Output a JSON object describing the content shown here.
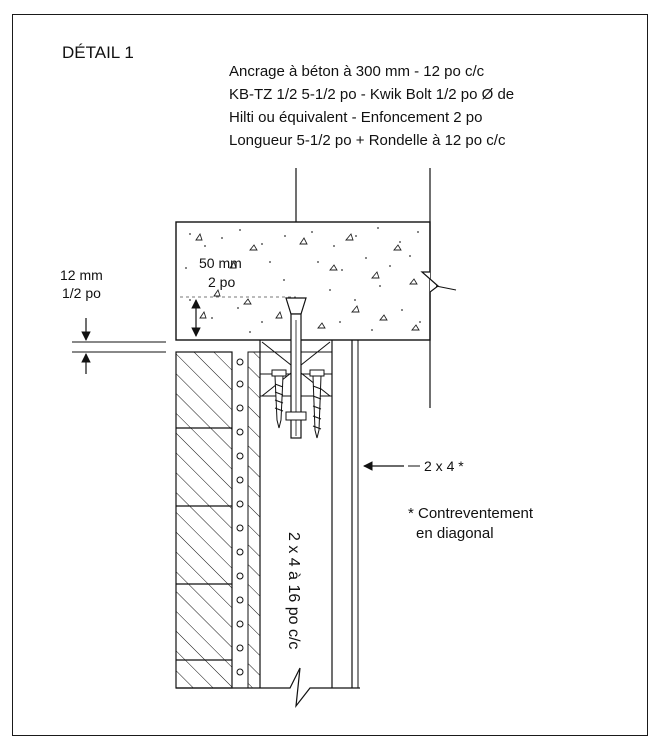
{
  "title": "DÉTAIL 1",
  "anchor_note": [
    "Ancrage à béton à 300 mm - 12 po c/c",
    "KB-TZ 1/2 5-1/2 po - Kwik Bolt 1/2 po Ø de",
    "Hilti ou équivalent - Enfoncement 2 po",
    "Longueur 5-1/2 po + Rondelle à 12 po c/c"
  ],
  "embed_dim": {
    "mm": "50 mm",
    "po": "2 po"
  },
  "gap_dim": {
    "mm": "12 mm",
    "po": "1/2 po"
  },
  "stud_label": "2 x 4 à 16 po c/c",
  "bracing_label": "2 x 4 *",
  "footnote": [
    "* Contreventement",
    "en diagonal"
  ],
  "colors": {
    "line": "#111111",
    "background": "#ffffff"
  }
}
